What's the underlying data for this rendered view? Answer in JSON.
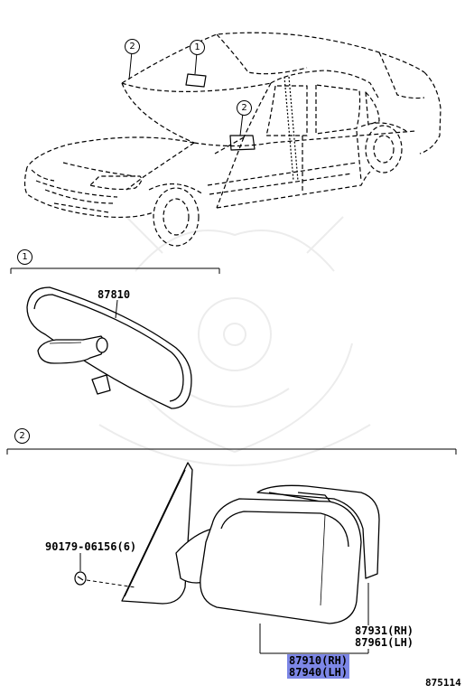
{
  "callouts": {
    "ref1": "1",
    "ref2": "2"
  },
  "sections": [
    {
      "ref": "1"
    },
    {
      "ref": "2"
    }
  ],
  "parts": {
    "inner_mirror": "87810",
    "screw": "90179-06156(6)",
    "cover_rh": "87931(RH)",
    "cover_lh": "87961(LH)",
    "mirror_assy_rh": "87910(RH)",
    "mirror_assy_lh": "87940(LH)"
  },
  "colors": {
    "highlight": "#7c86e6",
    "line": "#000000"
  },
  "figure_number": "875114"
}
